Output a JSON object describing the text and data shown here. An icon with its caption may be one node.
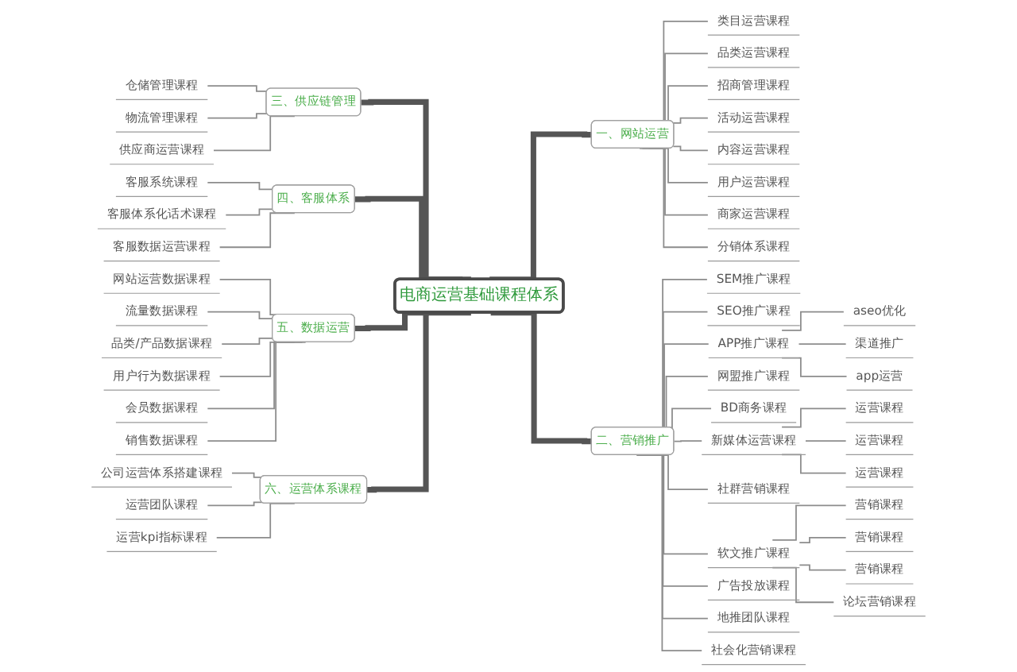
{
  "diagram": {
    "nodes": [
      {
        "text": [
          "电商运营基础课程体系"
        ]
      },
      {
        "text": [
          "一、网站运营"
        ]
      },
      {
        "text": [
          "类目运营课程"
        ]
      },
      {
        "text": [
          "品类运营课程"
        ]
      },
      {
        "text": [
          "招商管理课程"
        ]
      },
      {
        "text": [
          "活动运营课程"
        ]
      },
      {
        "text": [
          "内容运营课程"
        ]
      },
      {
        "text": [
          "用户运营课程"
        ]
      },
      {
        "text": [
          "商家运营课程"
        ]
      },
      {
        "text": [
          "分销体系课程"
        ]
      },
      {
        "text": [
          "二、营销推广"
        ]
      },
      {
        "text": [
          "SEM推广课程"
        ]
      },
      {
        "text": [
          "SEO推广课程"
        ]
      },
      {
        "text": [
          "APP推广课程"
        ]
      },
      {
        "text": [
          "aseo优化"
        ]
      },
      {
        "text": [
          "渠道推广"
        ]
      },
      {
        "text": [
          "app运营"
        ]
      },
      {
        "text": [
          "网盟推广课程"
        ]
      },
      {
        "text": [
          "BD商务课程"
        ]
      },
      {
        "text": [
          "新媒体运营课程"
        ]
      },
      {
        "text": [
          "运营课程"
        ]
      },
      {
        "text": [
          "运营课程"
        ]
      },
      {
        "text": [
          "运营课程"
        ]
      },
      {
        "text": [
          "社群营销课程"
        ]
      },
      {
        "text": [
          "软文推广课程"
        ]
      },
      {
        "text": [
          "营销课程"
        ]
      },
      {
        "text": [
          "营销课程"
        ]
      },
      {
        "text": [
          "营销课程"
        ]
      },
      {
        "text": [
          "论坛营销课程"
        ]
      },
      {
        "text": [
          "广告投放课程"
        ]
      },
      {
        "text": [
          "地推团队课程"
        ]
      },
      {
        "text": [
          "社会化营销课程"
        ]
      },
      {
        "text": [
          "三、供应链管理"
        ]
      },
      {
        "text": [
          "仓储管理课程"
        ]
      },
      {
        "text": [
          "物流管理课程"
        ]
      },
      {
        "text": [
          "供应商运营课程"
        ]
      },
      {
        "text": [
          "四、客服体系"
        ]
      },
      {
        "text": [
          "客服系统课程"
        ]
      },
      {
        "text": [
          "客服体系化话术课程"
        ]
      },
      {
        "text": [
          "客服数据运营课程"
        ]
      },
      {
        "text": [
          "五、数据运营"
        ]
      },
      {
        "text": [
          "网站运营数据课程"
        ]
      },
      {
        "text": [
          "流量数据课程"
        ]
      },
      {
        "text": [
          "品类/产品数据课程"
        ]
      },
      {
        "text": [
          "用户行为数据课程"
        ]
      },
      {
        "text": [
          "会员数据课程"
        ]
      },
      {
        "text": [
          "销售数据课程"
        ]
      },
      {
        "text": [
          "六、运营体系课程"
        ]
      },
      {
        "text": [
          "公司运营体系搭建课程"
        ]
      },
      {
        "text": [
          "运营团队课程"
        ]
      },
      {
        "text": [
          "运营kpi指标课程"
        ]
      }
    ],
    "edges": [
      {
        "from": 0,
        "to": 1,
        "arrow": "none",
        "style": "thick"
      },
      {
        "from": 1,
        "to": 2,
        "arrow": "none"
      },
      {
        "from": 1,
        "to": 3,
        "arrow": "none"
      },
      {
        "from": 1,
        "to": 4,
        "arrow": "none"
      },
      {
        "from": 1,
        "to": 5,
        "arrow": "none"
      },
      {
        "from": 1,
        "to": 6,
        "arrow": "none"
      },
      {
        "from": 1,
        "to": 7,
        "arrow": "none"
      },
      {
        "from": 1,
        "to": 8,
        "arrow": "none"
      },
      {
        "from": 1,
        "to": 9,
        "arrow": "none"
      },
      {
        "from": 0,
        "to": 10,
        "arrow": "none",
        "style": "thick"
      },
      {
        "from": 10,
        "to": 11,
        "arrow": "none"
      },
      {
        "from": 10,
        "to": 12,
        "arrow": "none"
      },
      {
        "from": 10,
        "to": 13,
        "arrow": "none"
      },
      {
        "from": 13,
        "to": 14,
        "arrow": "none"
      },
      {
        "from": 13,
        "to": 15,
        "arrow": "none"
      },
      {
        "from": 13,
        "to": 16,
        "arrow": "none"
      },
      {
        "from": 10,
        "to": 17,
        "arrow": "none"
      },
      {
        "from": 10,
        "to": 18,
        "arrow": "none"
      },
      {
        "from": 10,
        "to": 19,
        "arrow": "none"
      },
      {
        "from": 19,
        "to": 20,
        "arrow": "none"
      },
      {
        "from": 19,
        "to": 21,
        "arrow": "none"
      },
      {
        "from": 19,
        "to": 22,
        "arrow": "none"
      },
      {
        "from": 10,
        "to": 23,
        "arrow": "none"
      },
      {
        "from": 10,
        "to": 24,
        "arrow": "none"
      },
      {
        "from": 24,
        "to": 25,
        "arrow": "none"
      },
      {
        "from": 24,
        "to": 26,
        "arrow": "none"
      },
      {
        "from": 24,
        "to": 27,
        "arrow": "none"
      },
      {
        "from": 24,
        "to": 28,
        "arrow": "none"
      },
      {
        "from": 10,
        "to": 29,
        "arrow": "none"
      },
      {
        "from": 10,
        "to": 30,
        "arrow": "none"
      },
      {
        "from": 10,
        "to": 31,
        "arrow": "none"
      },
      {
        "from": 0,
        "to": 32,
        "arrow": "none",
        "style": "thick"
      },
      {
        "from": 32,
        "to": 33,
        "arrow": "none"
      },
      {
        "from": 32,
        "to": 34,
        "arrow": "none"
      },
      {
        "from": 32,
        "to": 35,
        "arrow": "none"
      },
      {
        "from": 0,
        "to": 36,
        "arrow": "none",
        "style": "thick"
      },
      {
        "from": 36,
        "to": 37,
        "arrow": "none"
      },
      {
        "from": 36,
        "to": 38,
        "arrow": "none"
      },
      {
        "from": 36,
        "to": 39,
        "arrow": "none"
      },
      {
        "from": 0,
        "to": 40,
        "arrow": "none",
        "style": "thick"
      },
      {
        "from": 40,
        "to": 41,
        "arrow": "none"
      },
      {
        "from": 40,
        "to": 42,
        "arrow": "none"
      },
      {
        "from": 40,
        "to": 43,
        "arrow": "none"
      },
      {
        "from": 40,
        "to": 44,
        "arrow": "none"
      },
      {
        "from": 40,
        "to": 45,
        "arrow": "none"
      },
      {
        "from": 40,
        "to": 46,
        "arrow": "none"
      },
      {
        "from": 0,
        "to": 47,
        "arrow": "none",
        "style": "thick"
      },
      {
        "from": 47,
        "to": 48,
        "arrow": "none"
      },
      {
        "from": 47,
        "to": 49,
        "arrow": "none"
      },
      {
        "from": 47,
        "to": 50,
        "arrow": "none"
      }
    ]
  }
}
